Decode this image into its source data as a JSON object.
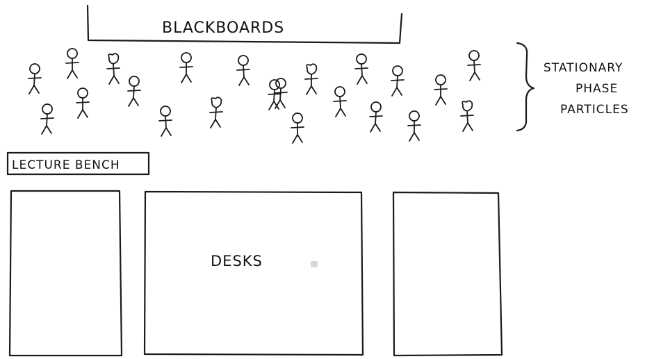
{
  "labels": {
    "blackboards": "BLACKBOARDS",
    "stationary_line1": "STATIONARY",
    "stationary_line2": "PHASE",
    "stationary_line3": "PARTICLES",
    "lecture_bench": "LECTURE BENCH",
    "desks": "DESKS"
  },
  "figures": {
    "count": 22
  }
}
